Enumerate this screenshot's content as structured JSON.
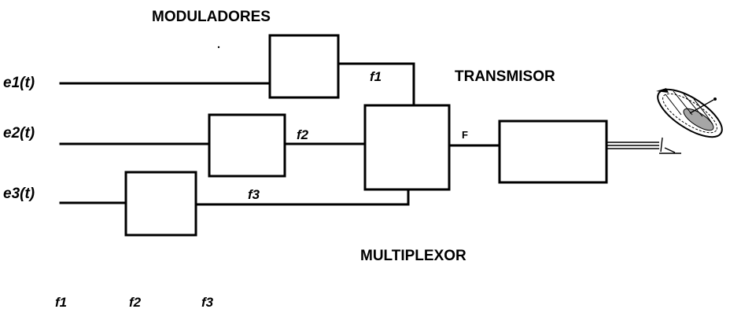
{
  "labels": {
    "moduladores": "MODULADORES",
    "transmisor": "TRANSMISOR",
    "multiplexor": "MULTIPLEXOR"
  },
  "inputs": {
    "e1": "e1(t)",
    "e2": "e2(t)",
    "e3": "e3(t)"
  },
  "wire_labels": {
    "f1": "f1",
    "f2": "f2",
    "f3": "f3",
    "F": "F"
  },
  "footer_labels": {
    "f1": "f1",
    "f2": "f2",
    "f3": "f3"
  },
  "icons": {
    "antenna": "satellite-dish-icon"
  }
}
